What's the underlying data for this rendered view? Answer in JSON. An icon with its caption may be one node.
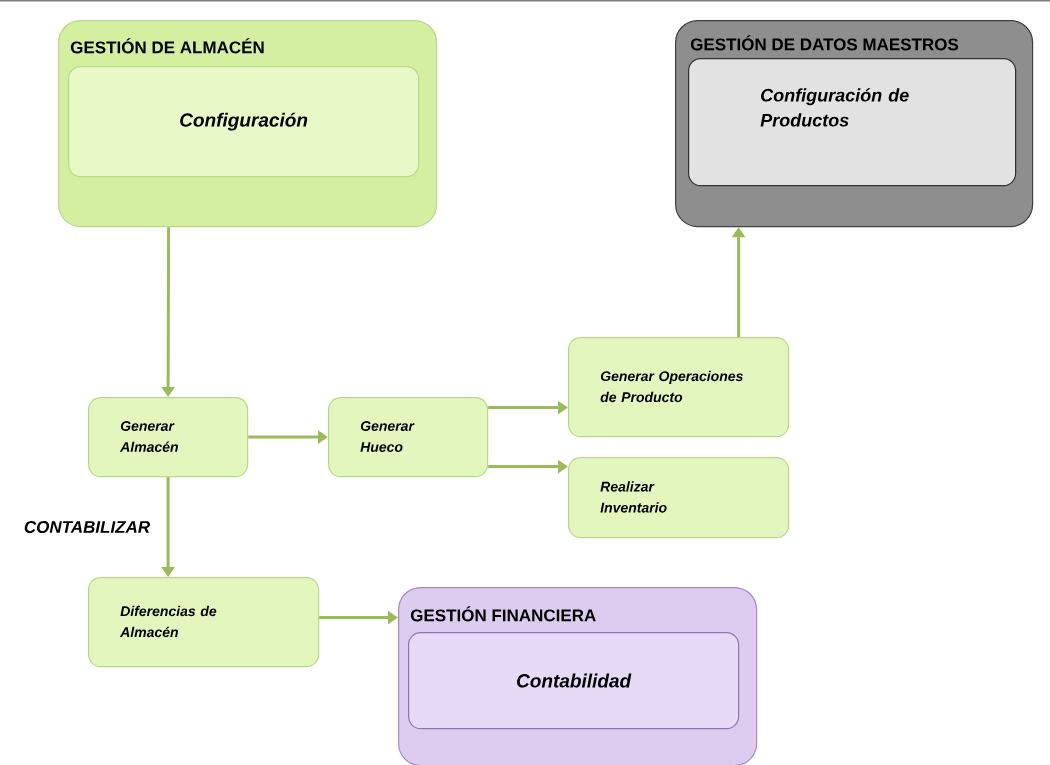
{
  "diagram": {
    "nodes": [
      {
        "text": [
          "GESTIÓN DE ALMACÉN"
        ]
      },
      {
        "text": [
          "Configuración"
        ],
        "in": 0
      },
      {
        "text": [
          "GESTIÓN DE DATOS MAESTROS"
        ]
      },
      {
        "text": [
          "Configuración de Productos"
        ],
        "in": 2
      },
      {
        "text": [
          "Generar Almacén"
        ]
      },
      {
        "text": [
          "Generar Hueco"
        ]
      },
      {
        "text": [
          "Generar Operaciones de Producto"
        ]
      },
      {
        "text": [
          "Realizar Inventario"
        ]
      },
      {
        "text": [
          "Diferencias de Almacén"
        ]
      },
      {
        "text": [
          "GESTIÓN FINANCIERA"
        ]
      },
      {
        "text": [
          "Contabilidad"
        ],
        "in": 9
      }
    ],
    "edges": [
      {
        "from": 0,
        "to": 4,
        "arrow": "to"
      },
      {
        "from": 4,
        "to": 5,
        "arrow": "to"
      },
      {
        "from": 5,
        "to": 6,
        "arrow": "to"
      },
      {
        "from": 5,
        "to": 7,
        "arrow": "to"
      },
      {
        "from": 6,
        "to": 2,
        "arrow": "to"
      },
      {
        "from": 4,
        "to": 8,
        "arrow": "to",
        "label": "CONTABILIZAR"
      },
      {
        "from": 8,
        "to": 9,
        "arrow": "to"
      }
    ]
  }
}
